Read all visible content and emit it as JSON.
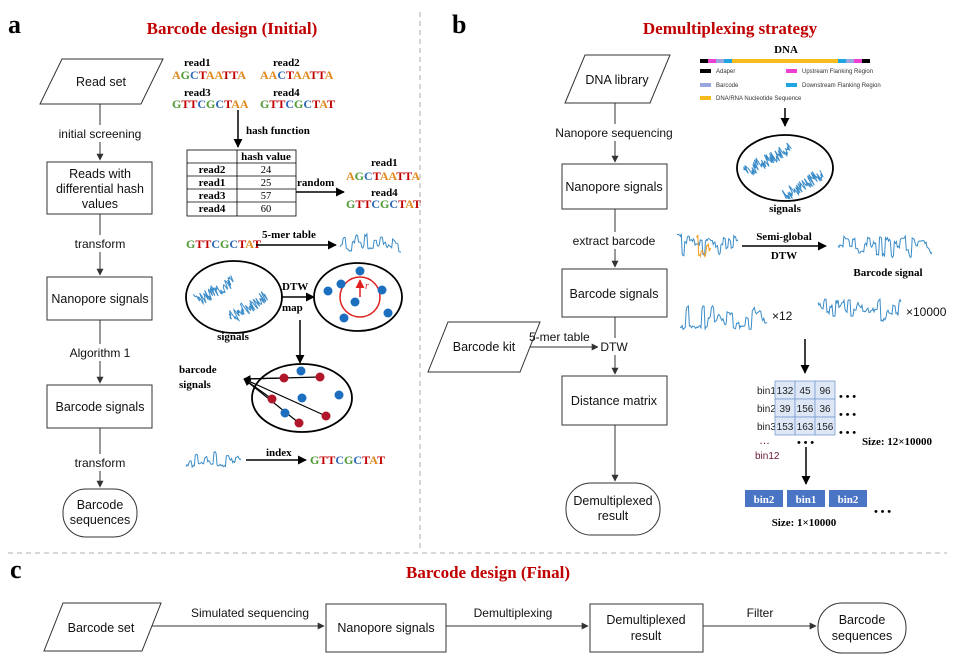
{
  "panels": {
    "a": {
      "letter": "a",
      "title": "Barcode design (Initial)",
      "flow": {
        "nodes": [
          "Read set",
          "Reads with differential hash values",
          "Nanopore signals",
          "Barcode signals",
          "Barcode sequences"
        ],
        "node_lines": {
          "reads_hash": [
            "Reads with",
            "differential hash",
            "values"
          ],
          "barcode_seqs": [
            "Barcode",
            "sequences"
          ]
        },
        "edges": [
          "initial screening",
          "transform",
          "Algorithm 1",
          "transform"
        ]
      },
      "reads": [
        {
          "label": "read1",
          "seq": "AGCTAATTA"
        },
        {
          "label": "read2",
          "seq": "AACTAATTA"
        },
        {
          "label": "read3",
          "seq": "GTTCGCTAA"
        },
        {
          "label": "read4",
          "seq": "GTTCGCTAT"
        }
      ],
      "hash_function_label": "hash function",
      "hash_table": {
        "header": "hash value",
        "rows": [
          [
            "read2",
            "24"
          ],
          [
            "read1",
            "25"
          ],
          [
            "read3",
            "57"
          ],
          [
            "read4",
            "60"
          ]
        ]
      },
      "random_label": "random",
      "selected": [
        {
          "label": "read1",
          "seq": "AGCTAATTA"
        },
        {
          "label": "read4",
          "seq": "GTTCGCTAT"
        }
      ],
      "fivemer_seq": "GTTCGCTAT",
      "fivemer_label": "5-mer table",
      "dtw_label": "DTW",
      "map_label": "map",
      "r_label": "r",
      "signals_label": "signals",
      "barcode_signals_lines": [
        "barcode",
        "signals"
      ],
      "index_label": "index",
      "index_seq": "GTTCGCTAT"
    },
    "b": {
      "letter": "b",
      "title": "Demultiplexing strategy",
      "flow": {
        "nodes": [
          "DNA library",
          "Nanopore signals",
          "Barcode signals",
          "Distance matrix",
          "Demultiplexed result"
        ],
        "node_lines": {
          "demux": [
            "Demultiplexed",
            "result"
          ]
        },
        "edges": [
          "Nanopore sequencing",
          "extract barcode"
        ],
        "barcode_kit": "Barcode kit",
        "fivemer_label": "5-mer table",
        "dtw_label": "DTW"
      },
      "dna": {
        "title": "DNA",
        "legend": [
          {
            "label": "Adaper",
            "color": "#000000"
          },
          {
            "label": "Upstream Flanking Region",
            "color": "#ee3fd3"
          },
          {
            "label": "Barcode",
            "color": "#9aa6dd"
          },
          {
            "label": "Downstream Flanking Region",
            "color": "#1fa6e0"
          },
          {
            "label": "DNA/RNA Nucleotide Sequence",
            "color": "#f6bb1c"
          }
        ]
      },
      "signals_label": "signals",
      "semi_global_lines": [
        "Semi-global",
        "DTW"
      ],
      "barcode_signal_label": "Barcode signal",
      "x12_label": "×12",
      "x10000_label": "×10000",
      "matrix": {
        "rows": [
          "bin1",
          "bin2",
          "bin3"
        ],
        "more_rows": "…",
        "last_row": "bin12",
        "values": [
          [
            "132",
            "45",
            "96"
          ],
          [
            "39",
            "156",
            "36"
          ],
          [
            "153",
            "163",
            "156"
          ]
        ],
        "highlight": [
          [
            0,
            1
          ],
          [
            1,
            0
          ],
          [
            1,
            2
          ]
        ],
        "col_ellipsis": "• • •",
        "row_ellipsis": "• • •",
        "size_label": "Size: 12×10000"
      },
      "result": {
        "bins": [
          "bin2",
          "bin1",
          "bin2"
        ],
        "ellipsis": "• • •",
        "size_label": "Size: 1×10000"
      }
    },
    "c": {
      "letter": "c",
      "title": "Barcode design (Final)",
      "nodes": [
        "Barcode set",
        "Nanopore signals",
        "Demultiplexed result",
        "Barcode sequences"
      ],
      "node_lines": {
        "demux": [
          "Demultiplexed",
          "result"
        ],
        "barcode_seqs": [
          "Barcode",
          "sequences"
        ]
      },
      "edges": [
        "Simulated sequencing",
        "Demultiplexing",
        "Filter"
      ]
    }
  },
  "colors": {
    "title": "#c00000",
    "A": "#e08a1e",
    "G": "#4f9a35",
    "C": "#2f6ab6",
    "T": "#c00000",
    "signal": "#3a8cc8",
    "node_red": "#b0172a",
    "node_blue": "#1c6fbf",
    "bin_box": "#4a74c4",
    "matrix_fill": "#dde7f6",
    "matrix_highlight": "#e02020"
  }
}
